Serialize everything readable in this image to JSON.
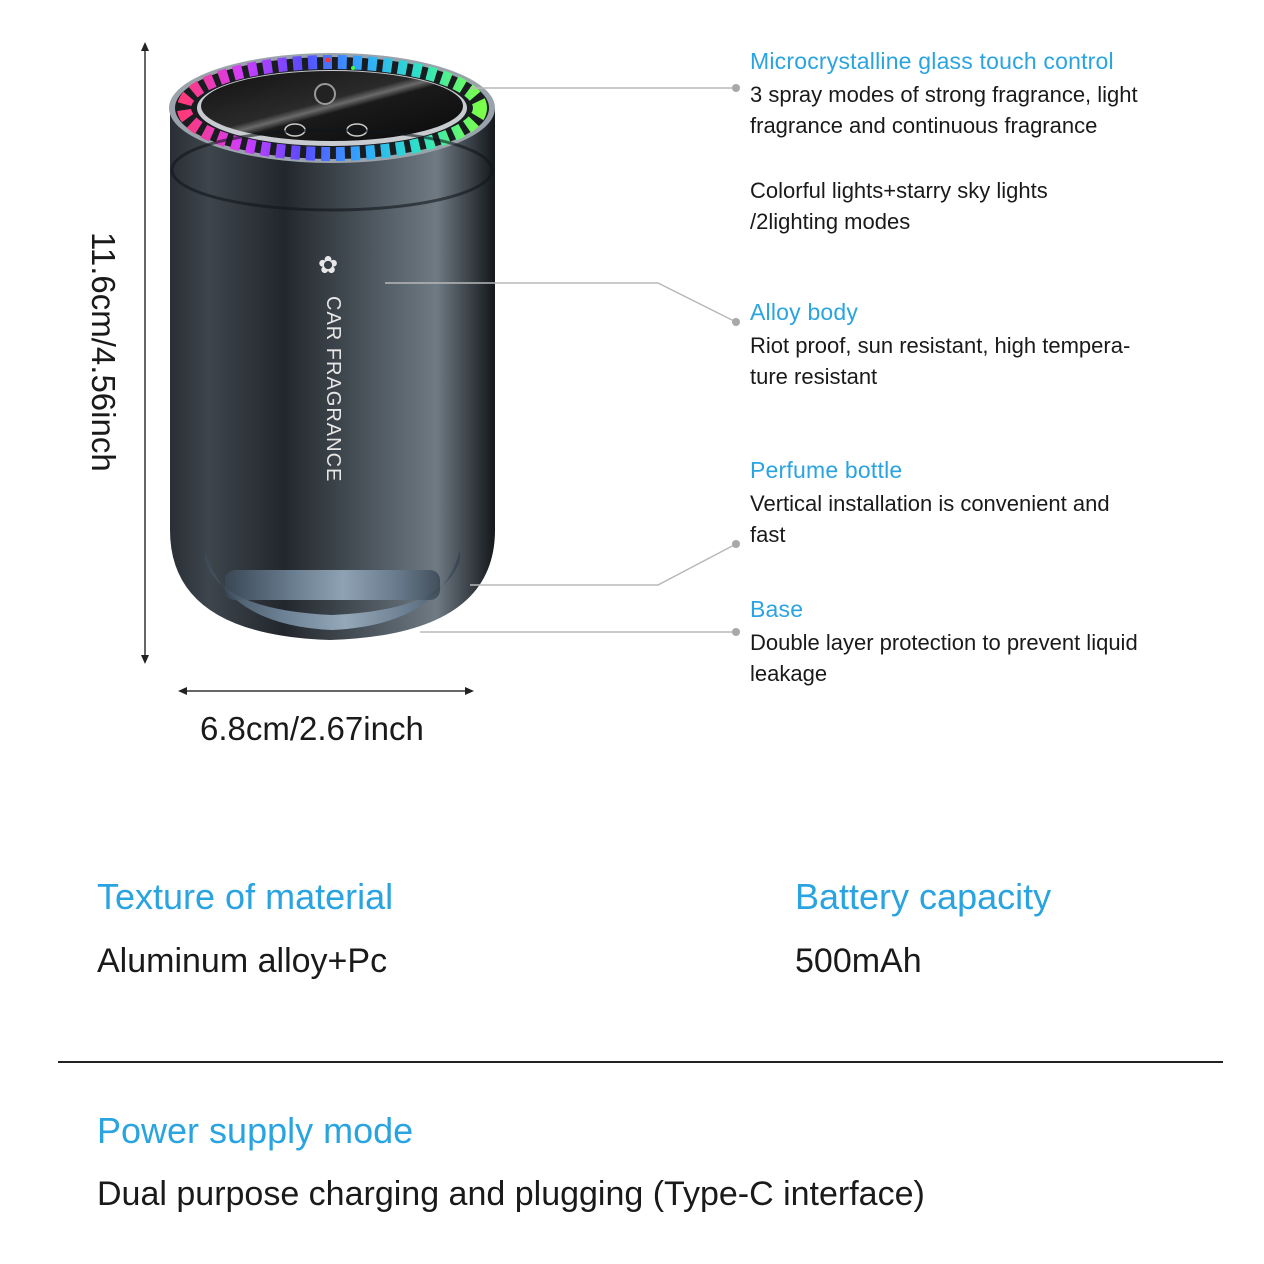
{
  "product": {
    "logo_text": "CAR FRAGRANCE",
    "logo_icon": "flower-icon"
  },
  "dimensions": {
    "height": "11.6cm/4.56inch",
    "width": "6.8cm/2.67inch"
  },
  "callouts": [
    {
      "title": "Microcrystalline glass touch control",
      "lines": [
        "3 spray modes of strong fragrance, light",
        "fragrance and continuous fragrance"
      ],
      "extra_lines": [
        "Colorful lights+starry sky lights",
        "/2lighting modes"
      ]
    },
    {
      "title": "Alloy body",
      "lines": [
        "Riot proof, sun resistant, high tempera-",
        "ture resistant"
      ]
    },
    {
      "title": "Perfume bottle",
      "lines": [
        "Vertical installation is convenient and",
        "fast"
      ]
    },
    {
      "title": "Base",
      "lines": [
        "Double layer protection to prevent liquid",
        "leakage"
      ]
    }
  ],
  "specs": {
    "material": {
      "label": "Texture of material",
      "value": "Aluminum alloy+Pc"
    },
    "battery": {
      "label": "Battery capacity",
      "value": "500mAh"
    },
    "power": {
      "label": "Power supply mode",
      "value": "Dual purpose charging and plugging (Type-C interface)"
    }
  },
  "colors": {
    "accent": "#2aa4e0",
    "text": "#1a1a1a",
    "divider": "#222222",
    "leader": "#b0b0b0"
  }
}
